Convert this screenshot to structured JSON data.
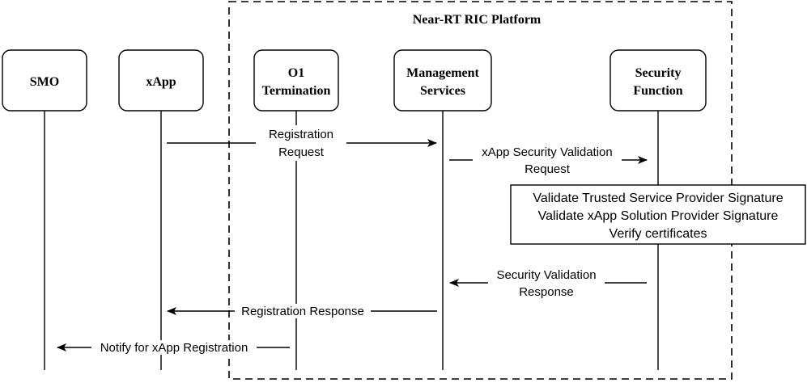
{
  "platform": {
    "title": "Near-RT RIC Platform"
  },
  "participants": [
    {
      "id": "smo",
      "lines": [
        "SMO"
      ]
    },
    {
      "id": "xapp",
      "lines": [
        "xApp"
      ]
    },
    {
      "id": "o1",
      "lines": [
        "O1",
        "Termination"
      ]
    },
    {
      "id": "mgmt",
      "lines": [
        "Management",
        "Services"
      ]
    },
    {
      "id": "sec",
      "lines": [
        "Security",
        "Function"
      ]
    }
  ],
  "messages": {
    "registration_request": [
      "Registration",
      "Request"
    ],
    "security_validation_request": [
      "xApp Security Validation",
      "Request"
    ],
    "security_validation_response": [
      "Security Validation",
      "Response"
    ],
    "registration_response": [
      "Registration Response"
    ],
    "notify_registration": [
      "Notify for xApp Registration"
    ]
  },
  "note": {
    "lines": [
      "Validate Trusted Service Provider Signature",
      "Validate xApp Solution Provider Signature",
      "Verify certificates"
    ]
  },
  "colors": {
    "stroke": "#000000",
    "background": "#ffffff"
  }
}
